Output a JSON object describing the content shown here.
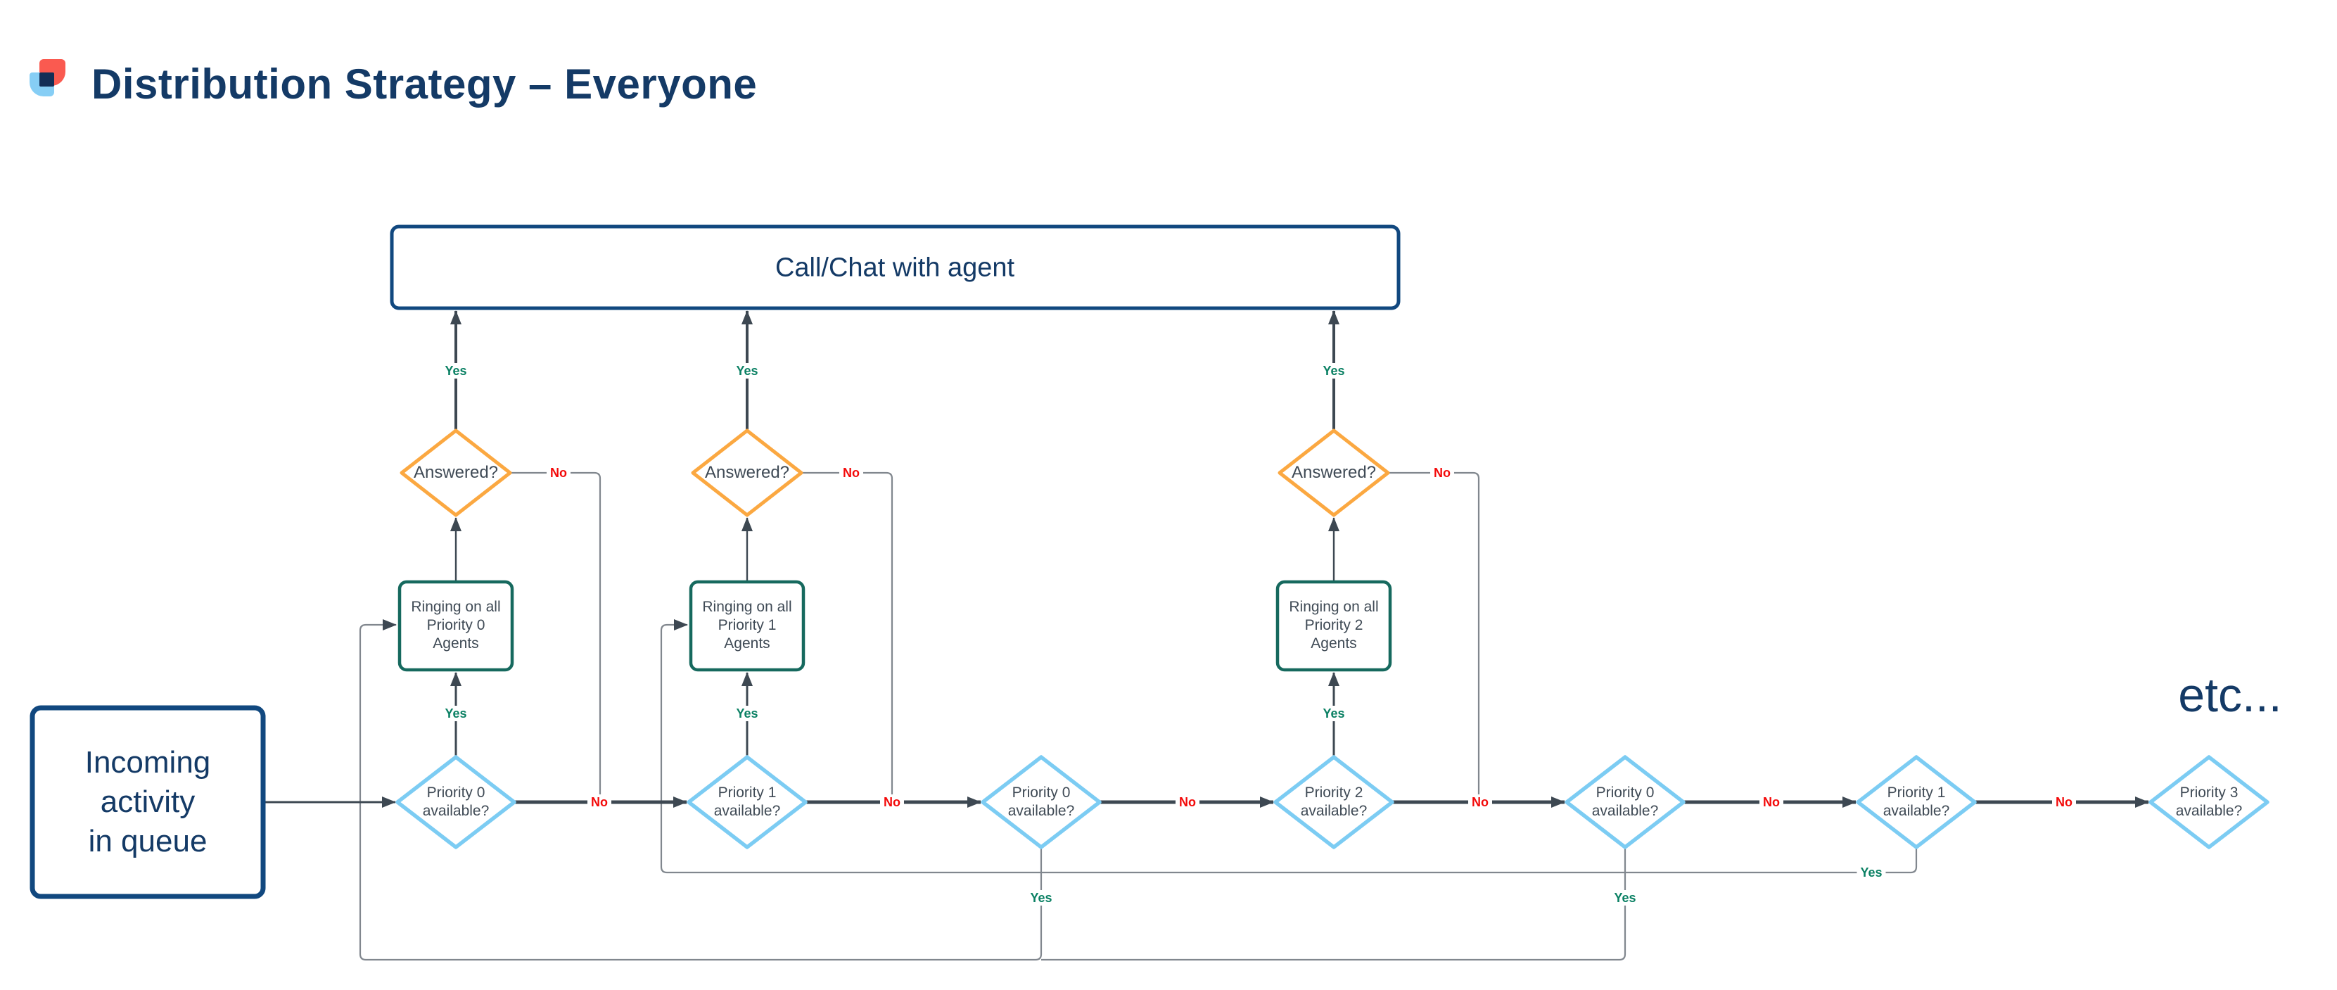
{
  "header": {
    "title": "Distribution Strategy – Everyone",
    "logo": "overlapping-rounded-squares-logo"
  },
  "diagram": {
    "etc_label": "etc...",
    "nodes": {
      "call_chat": "Call/Chat with agent",
      "incoming": "Incoming\nactivity\nin queue",
      "ringing_p0": "Ringing on all\nPriority 0\nAgents",
      "ringing_p1": "Ringing on all\nPriority 1\nAgents",
      "ringing_p2": "Ringing on all\nPriority 2\nAgents",
      "answered_1": "Answered?",
      "answered_2": "Answered?",
      "answered_3": "Answered?",
      "priority_0_first": "Priority 0\navailable?",
      "priority_1_first": "Priority 1\navailable?",
      "priority_0_second": "Priority 0\navailable?",
      "priority_2": "Priority 2\navailable?",
      "priority_0_third": "Priority 0\navailable?",
      "priority_1_second": "Priority 1\navailable?",
      "priority_3": "Priority 3\navailable?"
    },
    "edge_labels": {
      "yes": "Yes",
      "no": "No"
    }
  },
  "colors": {
    "navy": "#143a66",
    "box_border_navy": "#11487f",
    "diamond_blue": "#7cccf3",
    "diamond_orange": "#fba841",
    "ringing_teal": "#16695e",
    "node_text": "#3f4a55",
    "yes_green": "#0a8063",
    "no_red": "#f30909",
    "edge_dark": "#3d4852",
    "edge_gray": "#81878e",
    "logo_red": "#fa5a50",
    "logo_blue": "#86cef5",
    "logo_navy": "#132e56",
    "background": "#ffffff"
  }
}
